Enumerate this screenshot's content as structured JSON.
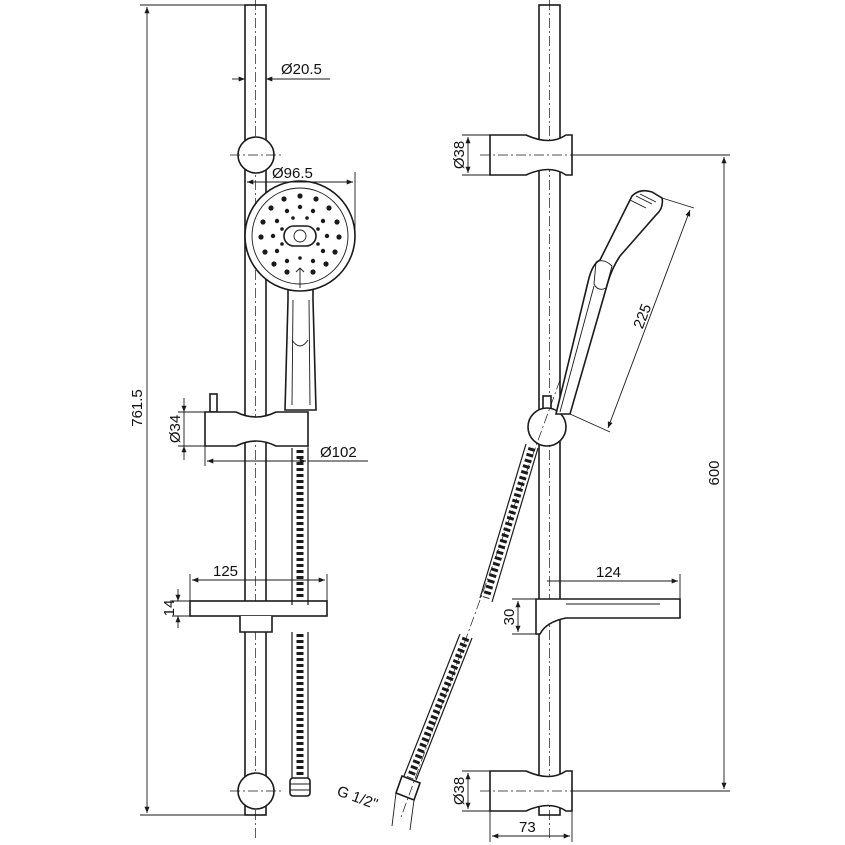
{
  "dimensions": {
    "rail_diameter": "Ø20.5",
    "head_diameter": "Ø96.5",
    "slider_diameter": "Ø34",
    "slider_width": "Ø102",
    "overall_height": "761.5",
    "shelf_width_front": "125",
    "shelf_thickness": "14",
    "bracket_top_diameter": "Ø38",
    "bracket_bottom_diameter": "Ø38",
    "handshower_length": "225",
    "bracket_spacing": "600",
    "shelf_width_side": "124",
    "shelf_height_side": "30",
    "bracket_depth": "73",
    "thread": "G 1/2\""
  }
}
